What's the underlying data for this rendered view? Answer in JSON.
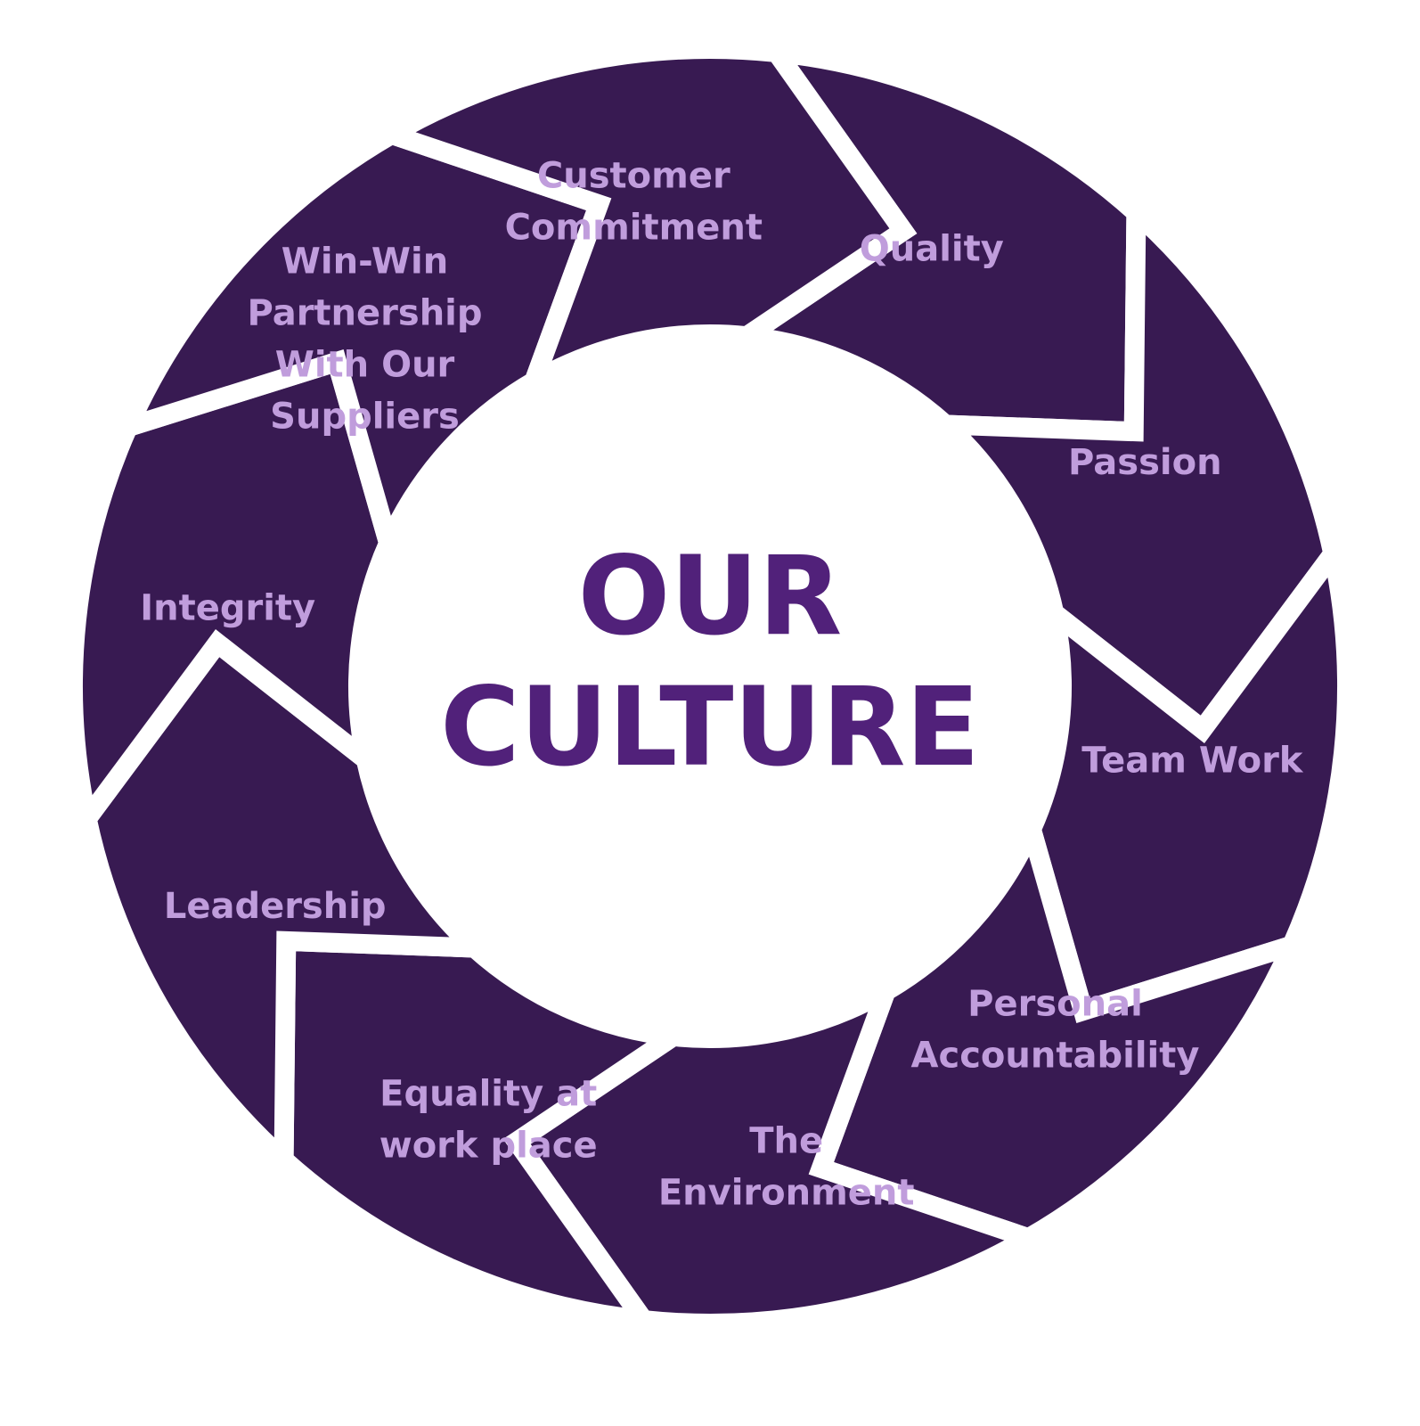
{
  "center": {
    "line1": "OUR",
    "line2": "CULTURE"
  },
  "segments": [
    {
      "lines": [
        "Quality"
      ]
    },
    {
      "lines": [
        "Passion"
      ]
    },
    {
      "lines": [
        "Team Work"
      ]
    },
    {
      "lines": [
        "Personal",
        "Accountability"
      ]
    },
    {
      "lines": [
        "The",
        "Environment"
      ]
    },
    {
      "lines": [
        "Equality at",
        "work place"
      ]
    },
    {
      "lines": [
        "Leadership"
      ]
    },
    {
      "lines": [
        "Integrity"
      ]
    },
    {
      "lines": [
        "Win-Win",
        "Partnership",
        "With Our",
        "Suppliers"
      ]
    },
    {
      "lines": [
        "Customer",
        "Commitment"
      ]
    }
  ],
  "colors": {
    "segment_fill": "#381a52",
    "label_text": "#c09ddc",
    "center_text": "#51217a",
    "background": "#ffffff"
  }
}
